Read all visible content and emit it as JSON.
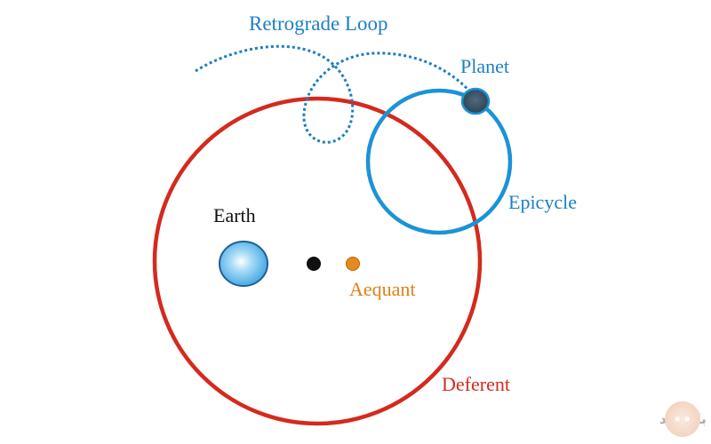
{
  "labels": {
    "retrograde_loop": "Retrograde Loop",
    "planet": "Planet",
    "epicycle": "Epicycle",
    "earth": "Earth",
    "aequant": "Aequant",
    "deferent": "Deferent"
  },
  "watermark": {
    "text": "سینرژی با ناهید"
  },
  "colors": {
    "deferent": "#d42a1e",
    "epicycle": "#1b93d6",
    "retrograde_path": "#1b7fc4",
    "label_blue": "#1b80c4",
    "earth_fill": "#5bb8ec",
    "earth_stroke": "#1f5f93",
    "planet_fill": "#3e5566",
    "planet_stroke": "#1b93d6",
    "center_dot": "#111111",
    "aequant_dot": "#e58a1c",
    "aequant_label": "#e27f1a",
    "earth_label": "#111111",
    "watermark": "#aaaaaa"
  }
}
